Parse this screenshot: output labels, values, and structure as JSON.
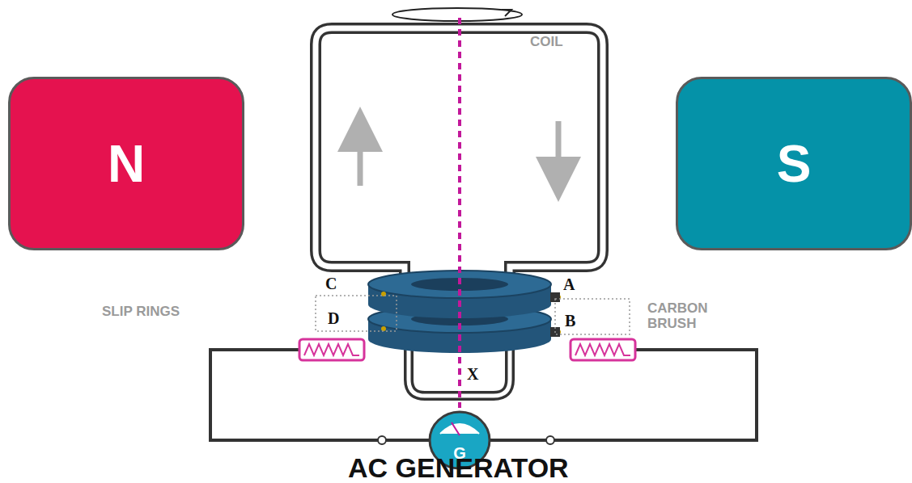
{
  "diagram": {
    "title": "AC GENERATOR",
    "nodes": [
      {
        "text": [
          "N"
        ]
      },
      {
        "text": [
          "S"
        ]
      },
      {
        "text": [
          "G"
        ]
      }
    ],
    "labels": [
      "COIL",
      "C",
      "A",
      "SLIP RINGS",
      "CARBON BRUSH",
      "D",
      "B",
      "X"
    ]
  }
}
